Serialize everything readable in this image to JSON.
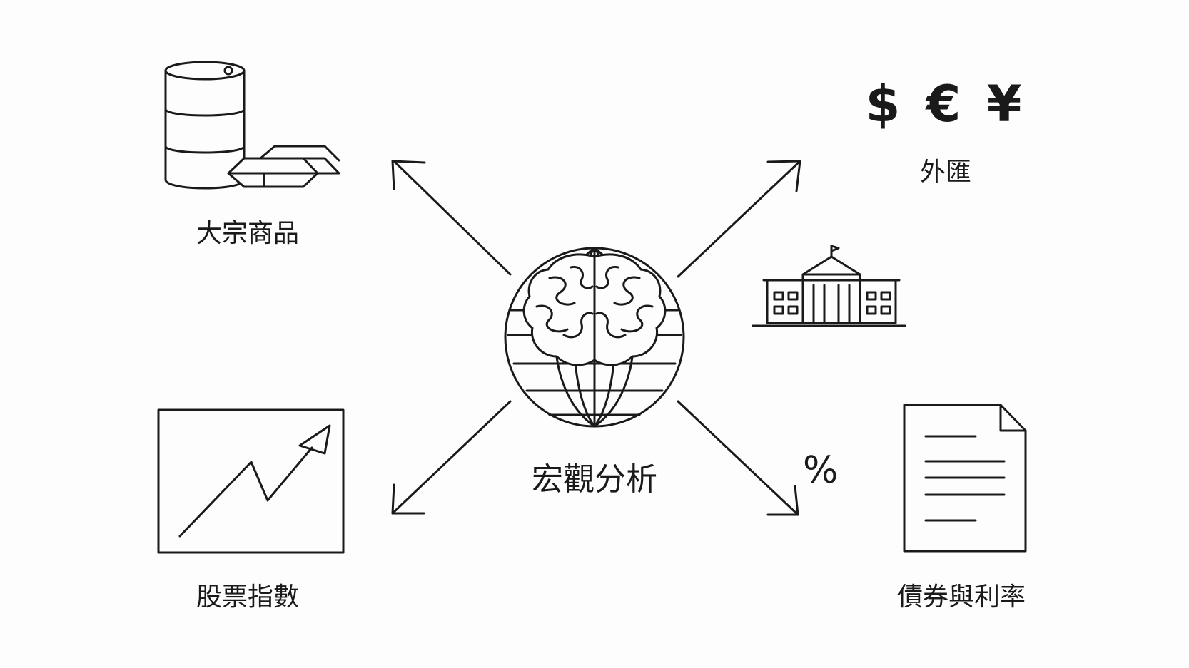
{
  "center": {
    "label": "宏觀分析",
    "icon": "brain-globe-icon"
  },
  "nodes": {
    "commodities": {
      "label": "大宗商品",
      "icon": "oil-barrel-gold-bars-icon"
    },
    "forex": {
      "label": "外匯",
      "symbols": "$ € ¥",
      "icon": "currency-symbols-icon"
    },
    "central_bank": {
      "icon": "central-bank-building-icon"
    },
    "stock_index": {
      "label": "股票指數",
      "icon": "rising-chart-icon"
    },
    "bonds": {
      "label": "債券與利率",
      "percent": "%",
      "icon": "document-icon"
    }
  },
  "colors": {
    "stroke": "#1a1a1a",
    "background": "#fdfdfd"
  }
}
